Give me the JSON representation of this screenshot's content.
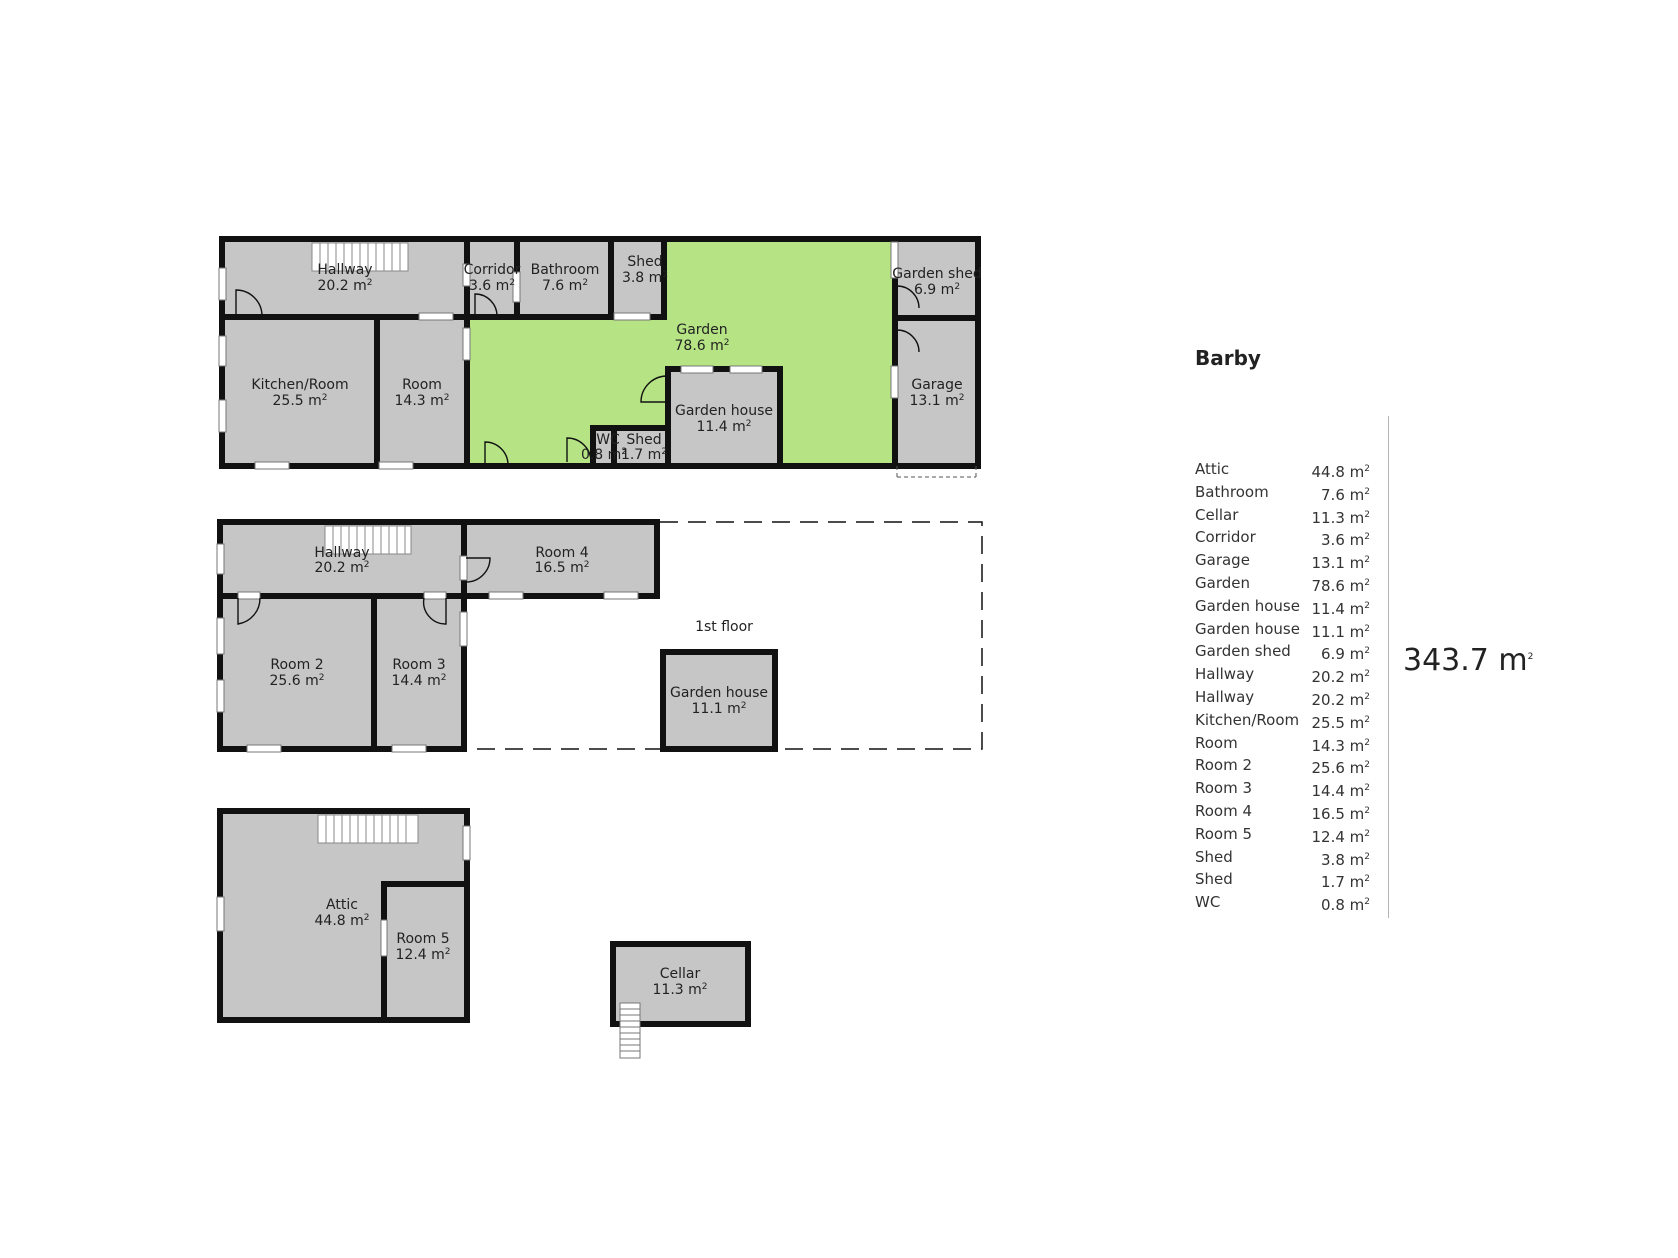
{
  "title": "Barby",
  "total_area": "343.7 m",
  "area_unit_sup": "2",
  "ground_floor": {
    "rooms": [
      {
        "name": "Hallway",
        "area": "20.2 m"
      },
      {
        "name": "Corridor",
        "area": "3.6 m"
      },
      {
        "name": "Bathroom",
        "area": "7.6 m"
      },
      {
        "name": "Shed",
        "area": "3.8 m"
      },
      {
        "name": "Garden",
        "area": "78.6 m"
      },
      {
        "name": "Garden shed",
        "area": "6.9 m"
      },
      {
        "name": "Kitchen/Room",
        "area": "25.5 m"
      },
      {
        "name": "Room",
        "area": "14.3 m"
      },
      {
        "name": "Garden house",
        "area": "11.4 m"
      },
      {
        "name": "Garage",
        "area": "13.1 m"
      },
      {
        "name": "WC",
        "area": "0.8 m"
      },
      {
        "name": "Shed",
        "area": "1.7 m"
      }
    ]
  },
  "first_floor": {
    "label": "1st floor",
    "rooms": [
      {
        "name": "Hallway",
        "area": "20.2 m"
      },
      {
        "name": "Room 4",
        "area": "16.5 m"
      },
      {
        "name": "Room 2",
        "area": "25.6 m"
      },
      {
        "name": "Room 3",
        "area": "14.4 m"
      },
      {
        "name": "Garden house",
        "area": "11.1 m"
      }
    ]
  },
  "attic_floor": {
    "rooms": [
      {
        "name": "Attic",
        "area": "44.8 m"
      },
      {
        "name": "Room 5",
        "area": "12.4 m"
      }
    ]
  },
  "cellar_floor": {
    "rooms": [
      {
        "name": "Cellar",
        "area": "11.3 m"
      }
    ]
  },
  "area_list": [
    {
      "name": "Attic",
      "area": "44.8 m"
    },
    {
      "name": "Bathroom",
      "area": "7.6 m"
    },
    {
      "name": "Cellar",
      "area": "11.3 m"
    },
    {
      "name": "Corridor",
      "area": "3.6 m"
    },
    {
      "name": "Garage",
      "area": "13.1 m"
    },
    {
      "name": "Garden",
      "area": "78.6 m"
    },
    {
      "name": "Garden house",
      "area": "11.4 m"
    },
    {
      "name": "Garden house",
      "area": "11.1 m"
    },
    {
      "name": "Garden shed",
      "area": "6.9 m"
    },
    {
      "name": "Hallway",
      "area": "20.2 m"
    },
    {
      "name": "Hallway",
      "area": "20.2 m"
    },
    {
      "name": "Kitchen/Room",
      "area": "25.5 m"
    },
    {
      "name": "Room",
      "area": "14.3 m"
    },
    {
      "name": "Room 2",
      "area": "25.6 m"
    },
    {
      "name": "Room 3",
      "area": "14.4 m"
    },
    {
      "name": "Room 4",
      "area": "16.5 m"
    },
    {
      "name": "Room 5",
      "area": "12.4 m"
    },
    {
      "name": "Shed",
      "area": "3.8 m"
    },
    {
      "name": "Shed",
      "area": "1.7 m"
    },
    {
      "name": "WC",
      "area": "0.8 m"
    }
  ],
  "colors": {
    "room_fill": "#c6c6c6",
    "garden_fill": "#b6e485",
    "wall": "#111111",
    "background": "#ffffff"
  }
}
